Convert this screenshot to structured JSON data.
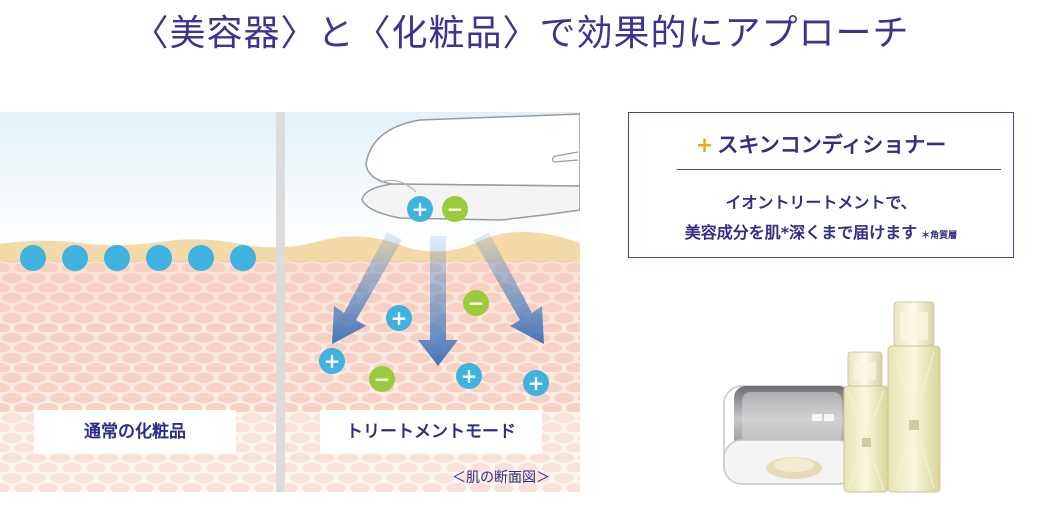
{
  "title": "〈美容器〉と〈化粧品〉で効果的にアプローチ",
  "diagram": {
    "left_label": "通常の化粧品",
    "right_label": "トリートメントモード",
    "caption": "＜肌の断面図＞",
    "device_ions": [
      "+",
      "−"
    ],
    "skin_ions": [
      "+",
      "−",
      "+",
      "−",
      "+",
      "+"
    ]
  },
  "info_box": {
    "plus_mark": "+",
    "heading": "スキンコンディショナー",
    "line1": "イオントリートメントで、",
    "line2": "美容成分を肌*深くまで届けます",
    "footnote": "＊角質層"
  },
  "colors": {
    "title": "#3a3590",
    "label_text": "#2f2d86",
    "positive_ion": "#3fb2e0",
    "negative_ion": "#9acb3c",
    "cosmetic_drop": "#3fb2e0",
    "arrow": "#4a87c7",
    "skin_cells": "#f6ccbf",
    "accent_plus": "#f0a818"
  }
}
